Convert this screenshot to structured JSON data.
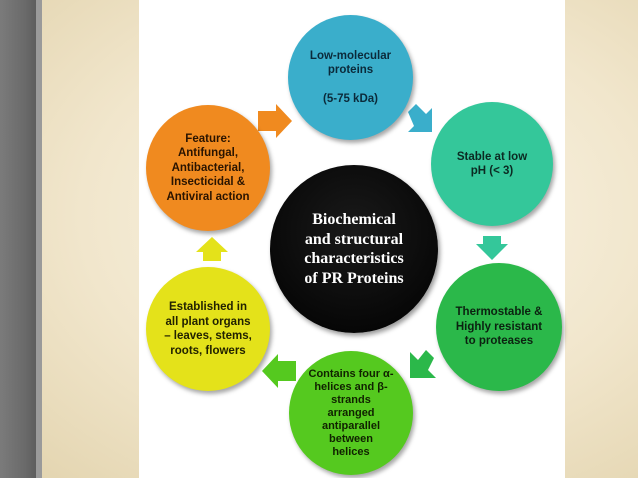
{
  "center": {
    "title": "Biochemical\nand structural\ncharacteristics\nof PR Proteins"
  },
  "nodes": [
    {
      "id": "low-molecular",
      "text": "Low-molecular\nproteins\n\n(5-75 kDa)",
      "color": "#3aaecb",
      "text_color": "#0b2a3a"
    },
    {
      "id": "stable-ph",
      "text": "Stable at low\npH (< 3)",
      "color": "#34c79a",
      "text_color": "#0b2a22"
    },
    {
      "id": "thermostable",
      "text": "Thermostable &\nHighly resistant\nto proteases",
      "color": "#2bb84a",
      "text_color": "#0b2210"
    },
    {
      "id": "helices",
      "text": "Contains four α-\nhelices and β-\nstrands\narranged\nantiparallel\nbetween\nhelices",
      "color": "#55c91f",
      "text_color": "#102200"
    },
    {
      "id": "plant-organs",
      "text": "Established in\nall plant organs\n– leaves, stems,\nroots, flowers",
      "color": "#e4e21a",
      "text_color": "#222200"
    },
    {
      "id": "feature",
      "text": "Feature:\nAntifungal,\nAntibacterial,\nInsecticidal &\nAntiviral action",
      "color": "#f08a1f",
      "text_color": "#2a1400"
    }
  ],
  "arrow_colors": {
    "top_right": "#3aaecb",
    "right": "#34c79a",
    "bottom_right": "#2bb84a",
    "bottom_left": "#55c91f",
    "left": "#e4e21a",
    "top_left": "#f08a1f"
  }
}
